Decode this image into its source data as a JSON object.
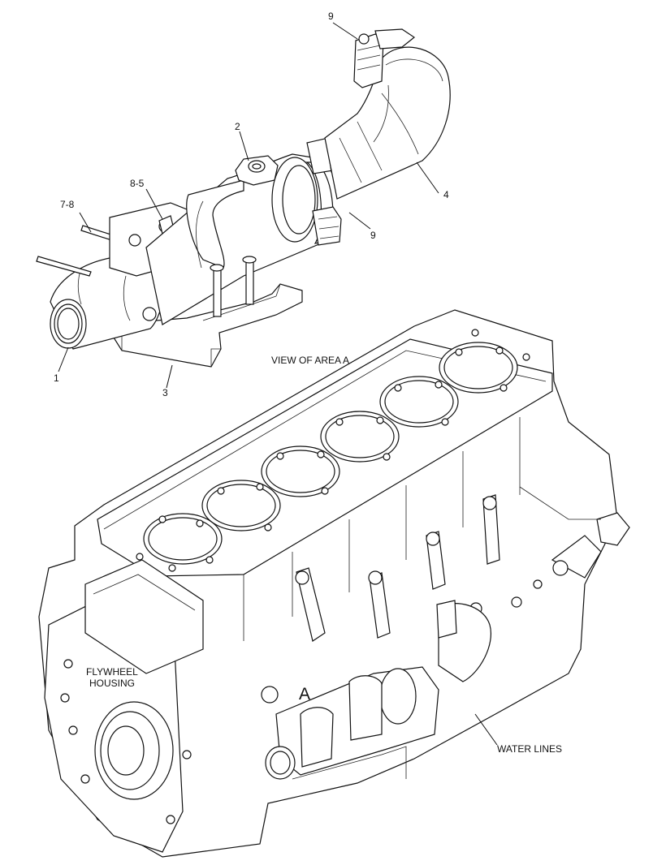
{
  "callouts": {
    "c9_top": "9",
    "c2": "2",
    "c8_5": "8-5",
    "c7_8": "7-8",
    "c4": "4",
    "c9_side": "9",
    "c1": "1",
    "c3": "3"
  },
  "view_title": "VIEW OF AREA A",
  "area_marker": "A",
  "flywheel_line1": "FLYWHEEL",
  "flywheel_line2": "HOUSING",
  "water_lines": "WATER LINES",
  "colors": {
    "ink": "#111111",
    "paper": "#ffffff"
  }
}
